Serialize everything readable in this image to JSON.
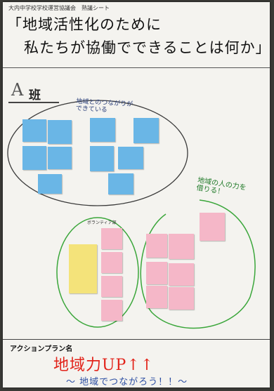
{
  "header": {
    "doc_label": "大内中学校学校運営協議会　熟議シート",
    "title_line1": "「地域活性化のために",
    "title_line2": "私たちが協働でできることは何か」"
  },
  "group": {
    "letter": "A",
    "han": "班"
  },
  "annotations": {
    "blue_area": "地域とのつながりが\nできている",
    "green_area": "地域の人の力を\n借りる！",
    "small_label": "ボランティア部"
  },
  "action_plan": {
    "label": "アクションプラン名",
    "main": "地域力UP↑↑",
    "sub": "～ 地域でつながろう！！～"
  },
  "colors": {
    "sticky_blue": "#6ab6e6",
    "sticky_pink": "#f5b7c8",
    "sticky_yellow": "#f4e37a",
    "blue_marker": "#2a3f7a",
    "green_marker": "#1f7a28",
    "red_marker": "#e2231a"
  }
}
